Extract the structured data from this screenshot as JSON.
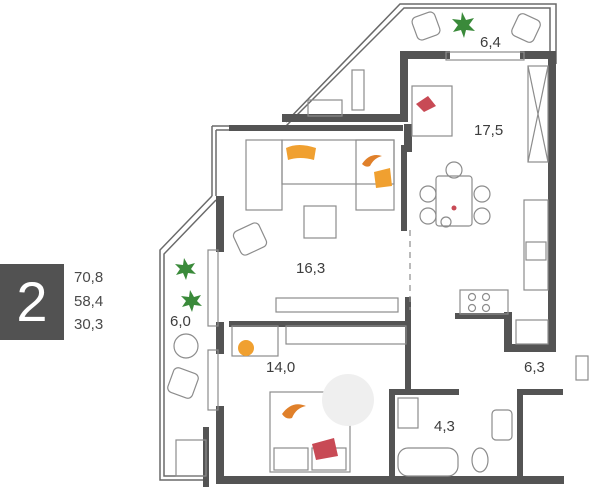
{
  "apartment": {
    "rooms_count": "2",
    "areas": [
      "70,8",
      "58,4",
      "30,3"
    ]
  },
  "rooms": {
    "balcony_top": "6,4",
    "kitchen": "17,5",
    "living": "16,3",
    "balcony_left": "6,0",
    "bedroom": "14,0",
    "hall": "6,3",
    "bathroom": "4,3"
  },
  "colors": {
    "wall": "#545454",
    "furniture_stroke": "#8c8c8c",
    "accent_orange": "#f0a030",
    "accent_red": "#c84a55",
    "plant_green": "#3a8a3a"
  }
}
